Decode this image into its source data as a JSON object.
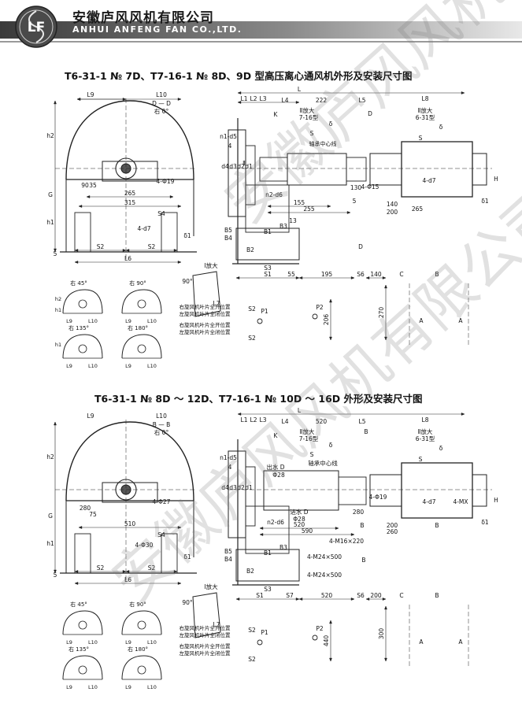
{
  "header": {
    "company_cn": "安徽庐风风机有限公司",
    "company_en": "ANHUI ANFENG FAN CO.,LTD.",
    "logo_text": "LF"
  },
  "watermark": "安徽庐风风机有限公司",
  "diagram1": {
    "title": "T6-31-1 № 7D、T7-16-1 № 8D、9D 型高压离心通风机外形及安装尺寸图",
    "front": {
      "labels": [
        "L9",
        "L10",
        "D — D",
        "右 0°",
        "h2",
        "G",
        "h1",
        "90",
        "35",
        "265",
        "315",
        "4-Φ19",
        "S4",
        "4-d7",
        "δ1",
        "5",
        "L6",
        "S2",
        "S2"
      ],
      "dims": [
        "265",
        "315",
        "90",
        "35"
      ]
    },
    "side": {
      "labels": [
        "L",
        "L1",
        "L2",
        "L3",
        "L4",
        "222",
        "L5",
        "L8",
        "K",
        "n1-d5",
        "4",
        "d4",
        "d3",
        "d2",
        "d1",
        "n2-d6",
        "13",
        "155",
        "255",
        "195",
        "B5",
        "B4",
        "B1",
        "B3",
        "B2",
        "S3",
        "S1",
        "55",
        "195",
        "S6",
        "140",
        "C",
        "B",
        "Ⅱ放大",
        "7-16型",
        "Ⅱ放大",
        "6-31型",
        "S",
        "S",
        "δ",
        "δ",
        "4-d7",
        "4-Φ15",
        "130",
        "140",
        "200",
        "5",
        "H",
        "δ1",
        "Ⅱ",
        "D",
        "D",
        "轴承中心线",
        "Ⅰ放大",
        "90°",
        "L7",
        "P1",
        "P2",
        "S2",
        "S2",
        "206",
        "270",
        "A",
        "A"
      ],
      "dims": [
        "222",
        "155",
        "255",
        "195",
        "140",
        "200",
        "130",
        "55",
        "206",
        "270"
      ]
    },
    "views": [
      "右 45°",
      "右 90°",
      "右 135°",
      "右 180°"
    ],
    "notes": [
      "右旋风机叶片全开位置",
      "左旋风机叶片全闭位置",
      "右旋风机叶片全开位置",
      "左旋风机叶片全闭位置"
    ]
  },
  "diagram2": {
    "title": "T6-31-1 № 8D ～ 12D、T7-16-1 № 10D ～ 16D 外形及安装尺寸图",
    "front": {
      "labels": [
        "L9",
        "L10",
        "B — B",
        "右 0°",
        "h2",
        "G",
        "h1",
        "280",
        "75",
        "510",
        "4-Φ27",
        "S4",
        "4-Φ30",
        "δ1",
        "5",
        "L6",
        "S2",
        "S2"
      ]
    },
    "side": {
      "labels": [
        "L",
        "L1",
        "L2",
        "L3",
        "L4",
        "520",
        "L5",
        "L8",
        "K",
        "n1-d5",
        "4",
        "d4",
        "d3",
        "d2",
        "d1",
        "n2-d6",
        "520",
        "590",
        "4-M16×220",
        "4-M24×500",
        "4-M24×500",
        "出水 D",
        "Φ28",
        "进水 D",
        "Φ28",
        "轴承中心线",
        "Ⅱ放大",
        "7-16型",
        "Ⅱ放大",
        "6-31型",
        "S",
        "S",
        "δ",
        "δ",
        "4-Φ19",
        "4-d7",
        "4-MX",
        "280",
        "200",
        "260",
        "H",
        "δ1",
        "B",
        "B",
        "B",
        "B5",
        "B4",
        "B1",
        "B3",
        "B2",
        "S3",
        "S1",
        "S7",
        "520",
        "S6",
        "200",
        "C",
        "B",
        "Ⅰ放大",
        "90°",
        "L7",
        "P1",
        "P2",
        "S2",
        "S2",
        "440",
        "300",
        "A",
        "A"
      ]
    },
    "views": [
      "右 45°",
      "右 90°",
      "右 135°",
      "右 180°"
    ],
    "notes": [
      "右旋风机叶片全开位置",
      "左旋风机叶片全闭位置",
      "右旋风机叶片全开位置",
      "左旋风机叶片全闭位置"
    ]
  }
}
